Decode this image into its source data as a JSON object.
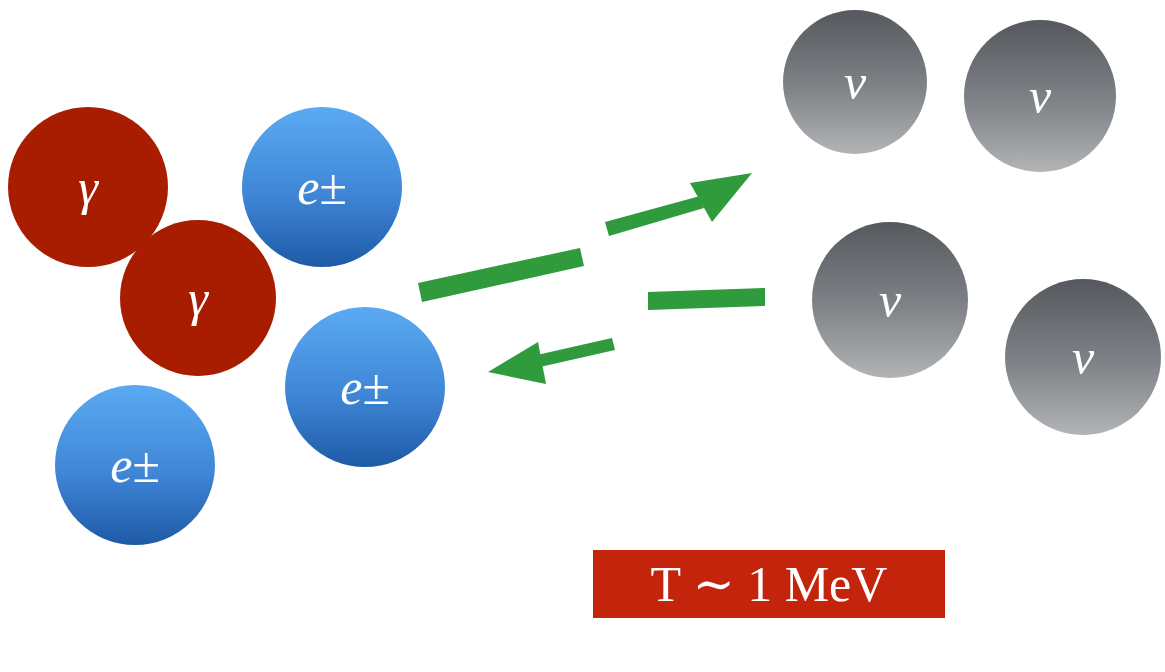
{
  "diagram": {
    "nodes": [
      {
        "text": [
          "γ"
        ]
      },
      {
        "text": [
          "e±"
        ]
      },
      {
        "text": [
          "γ"
        ]
      },
      {
        "text": [
          "e±"
        ]
      },
      {
        "text": [
          "e±"
        ]
      },
      {
        "text": [
          "ν"
        ]
      },
      {
        "text": [
          "ν"
        ]
      },
      {
        "text": [
          "ν"
        ]
      },
      {
        "text": [
          "ν"
        ]
      },
      {
        "text": [
          "T ∼ 1 MeV"
        ]
      }
    ]
  }
}
